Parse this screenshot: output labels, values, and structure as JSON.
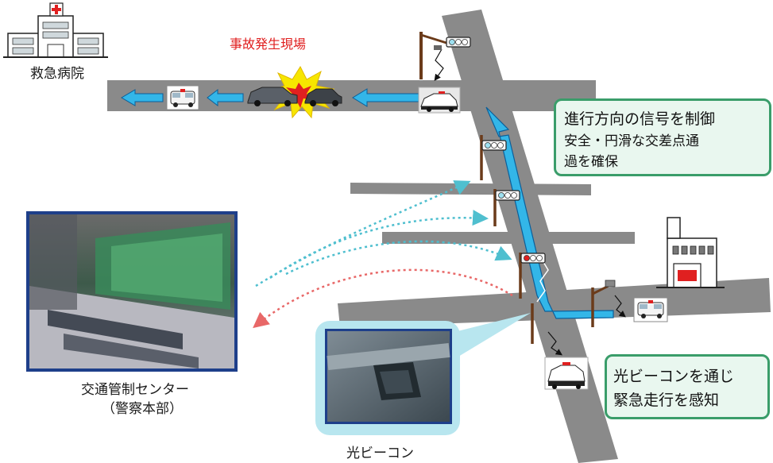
{
  "labels": {
    "accident_site": "事故発生現場",
    "hospital": "救急病院",
    "control_center_line1": "交通管制センター",
    "control_center_line2": "（警察本部）",
    "optical_beacon": "光ビーコン"
  },
  "callouts": {
    "signal_control": {
      "line1": "進行方向の信号を制御",
      "line2": "安全・円滑な交差点通",
      "line3": "過を確保"
    },
    "beacon_detect": {
      "line1": "光ビーコンを通じ",
      "line2": "緊急走行を感知"
    }
  },
  "colors": {
    "road": "#8a8a8a",
    "route_arrow": "#33b6e8",
    "route_arrow_outline": "#0b5f9a",
    "link_cyan": "#4fbfcf",
    "link_red": "#e86868",
    "callout_border": "#3a9d6a",
    "callout_fill": "#e9f7ef",
    "accident_text": "#e02020",
    "signal_red": "#e02020",
    "signal_cyan": "#9ee0f0"
  },
  "icons": {
    "hospital": "hospital-building-icon",
    "fire_station": "fire-station-icon",
    "ambulance": "ambulance-icon",
    "police_car": "police-car-icon",
    "traffic_signal": "traffic-signal-icon",
    "crash": "crash-burst-icon"
  }
}
